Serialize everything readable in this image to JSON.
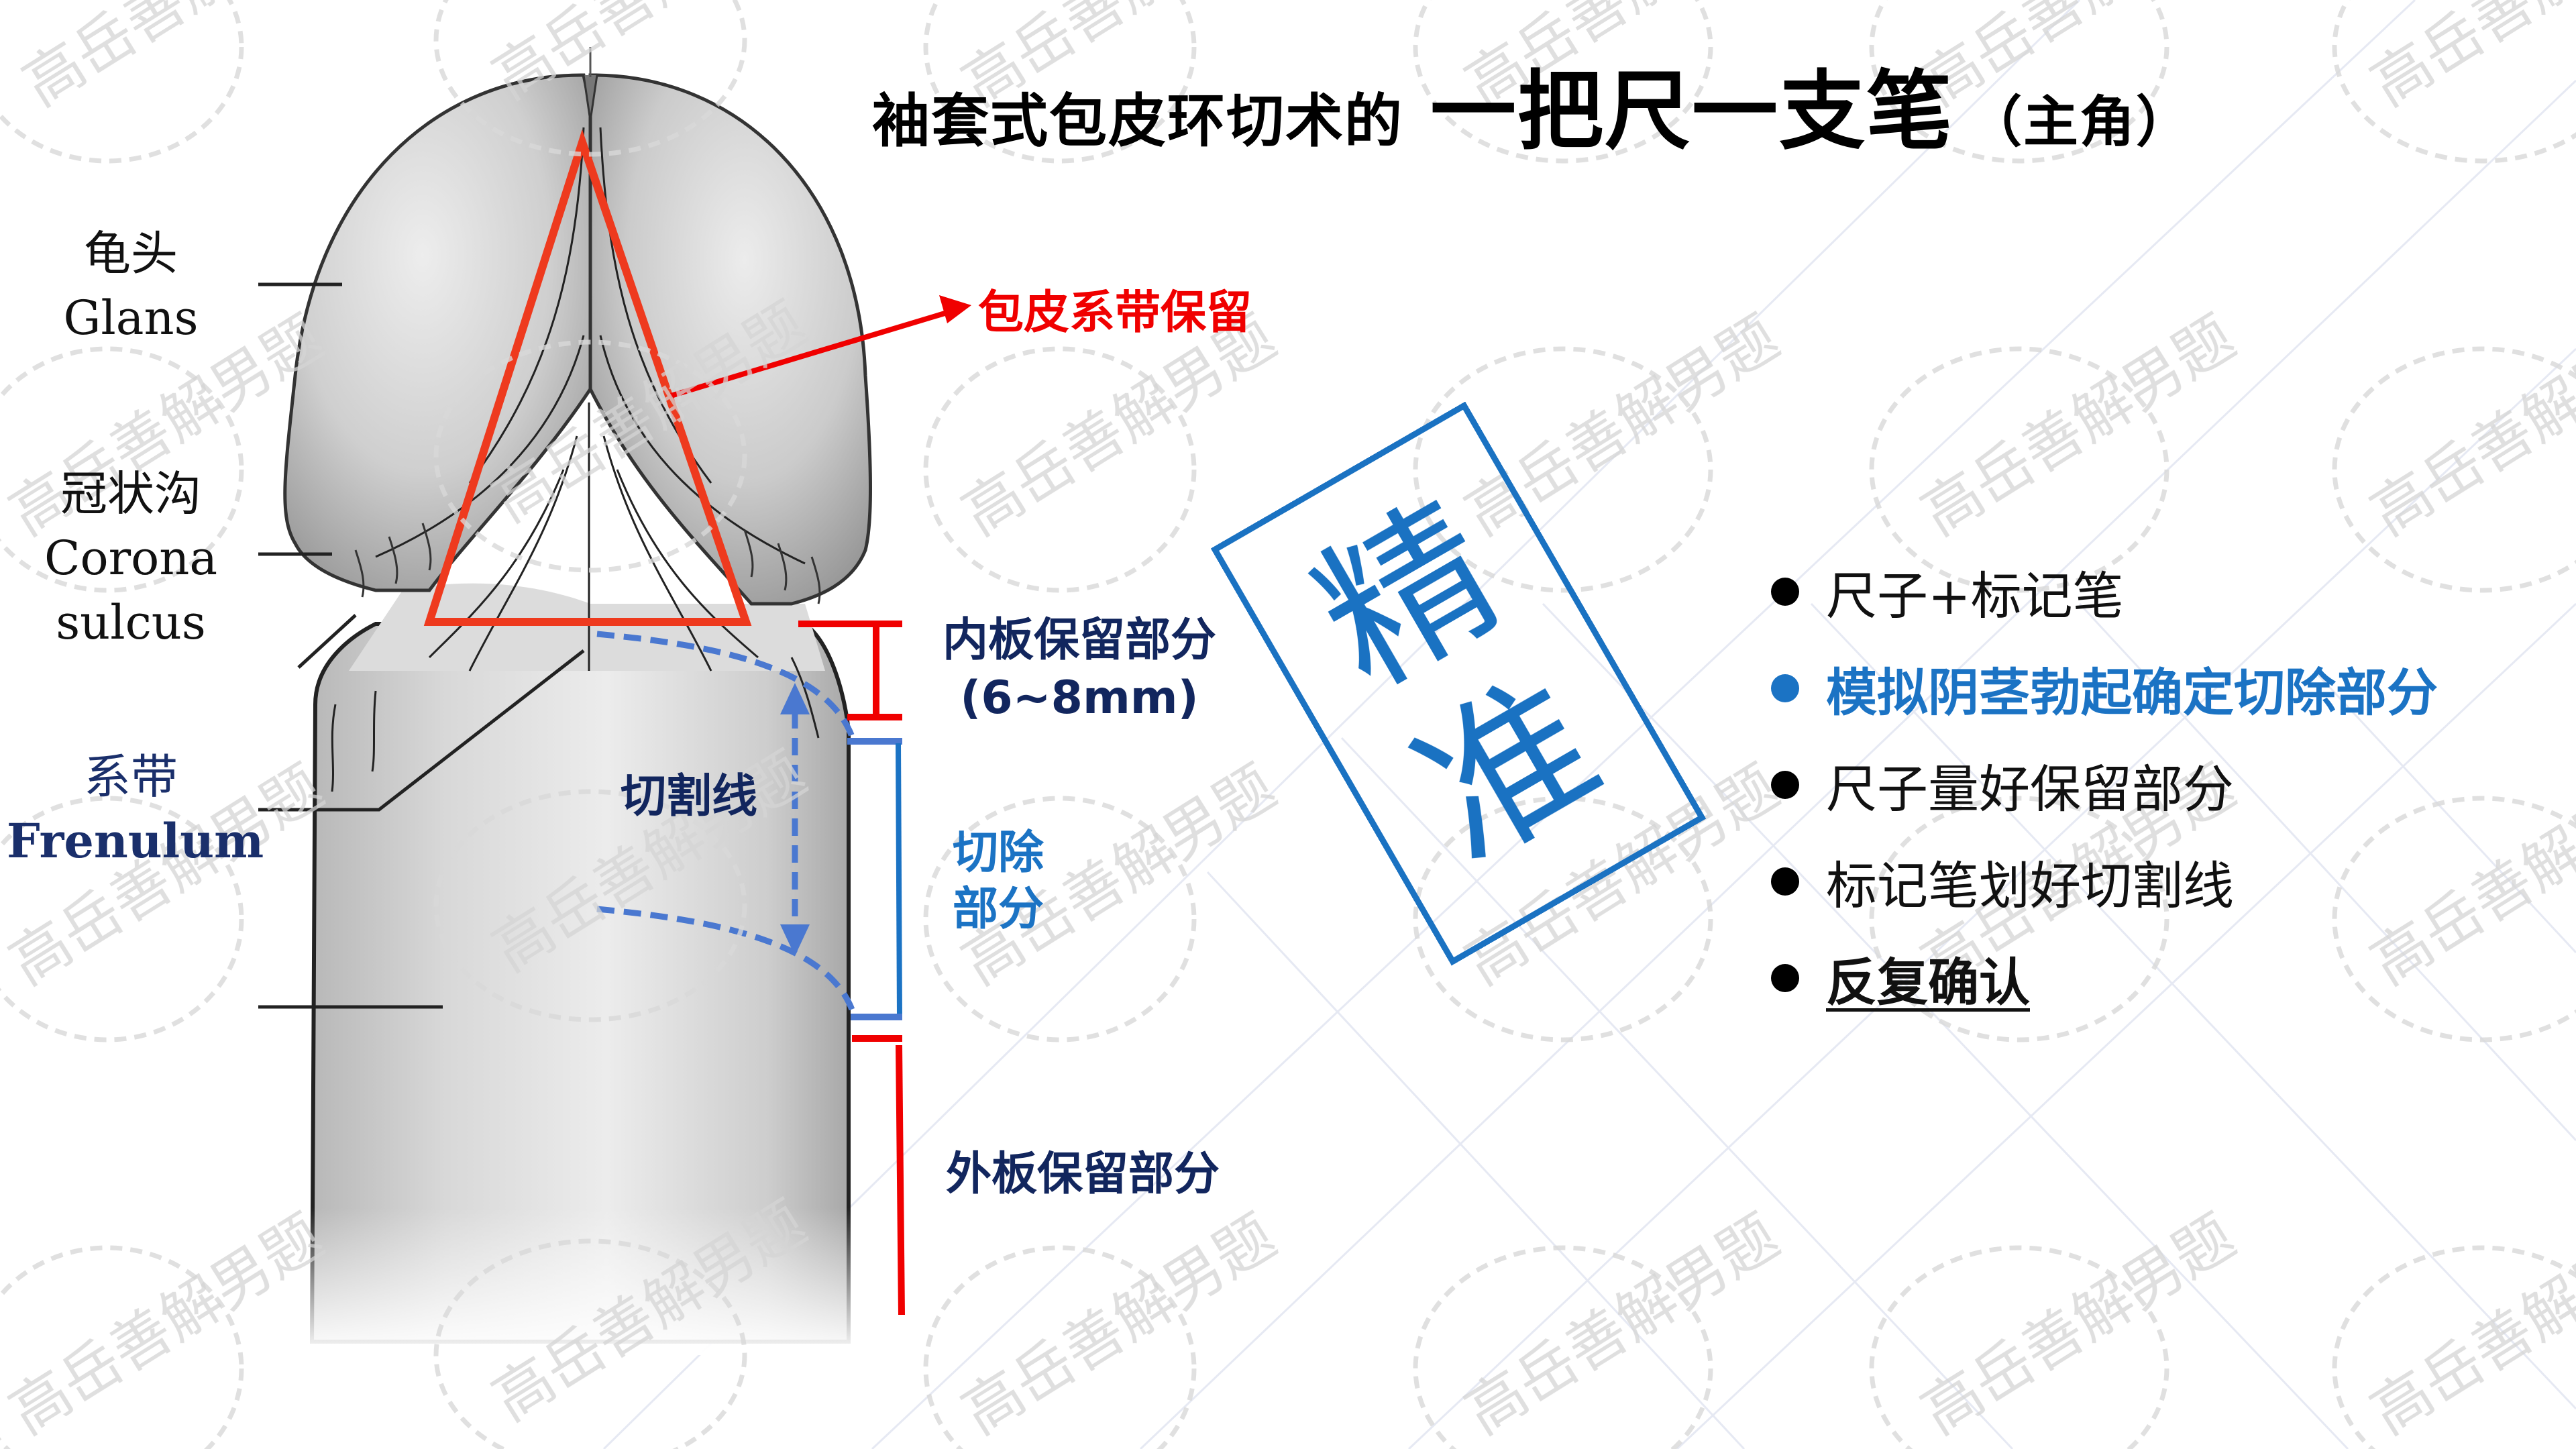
{
  "slide": {
    "title": {
      "prefix": "袖套式包皮环切术的",
      "emphasis": "一把尺一支笔",
      "suffix": "（主角）"
    },
    "anatomy_labels": [
      {
        "zh": "龟头",
        "en": "Glans"
      },
      {
        "zh": "冠状沟",
        "en": "Corona sulcus",
        "en_line1": "Corona",
        "en_line2": "sulcus"
      },
      {
        "zh": "系带",
        "en": "Frenulum"
      }
    ],
    "annotations": {
      "frenulum_preserve": "包皮系带保留",
      "inner_preserve": "内板保留部分",
      "inner_preserve_range": "(6~8mm)",
      "cut_line": "切割线",
      "excise_line1": "切除",
      "excise_line2": "部分",
      "outer_preserve": "外板保留部分"
    },
    "stamp": {
      "chars": [
        "精",
        "准"
      ],
      "color": "#1a72c2"
    },
    "bullets": [
      {
        "text": "尺子+标记笔",
        "style": "normal"
      },
      {
        "text": "模拟阴茎勃起确定切除部分",
        "style": "accent"
      },
      {
        "text": "尺子量好保留部分",
        "style": "normal"
      },
      {
        "text": "标记笔划好切割线",
        "style": "normal"
      },
      {
        "text": "反复确认",
        "style": "bold-underline"
      }
    ],
    "watermark": "高岳善解男题",
    "colors": {
      "red_marker": "#f00000",
      "triangle": "#ee3a1e",
      "cut_line_blue": "#4a78d0",
      "excise_bracket_blue": "#1b73c4",
      "navy_text": "#12265e",
      "accent_blue": "#1b73c4"
    }
  }
}
